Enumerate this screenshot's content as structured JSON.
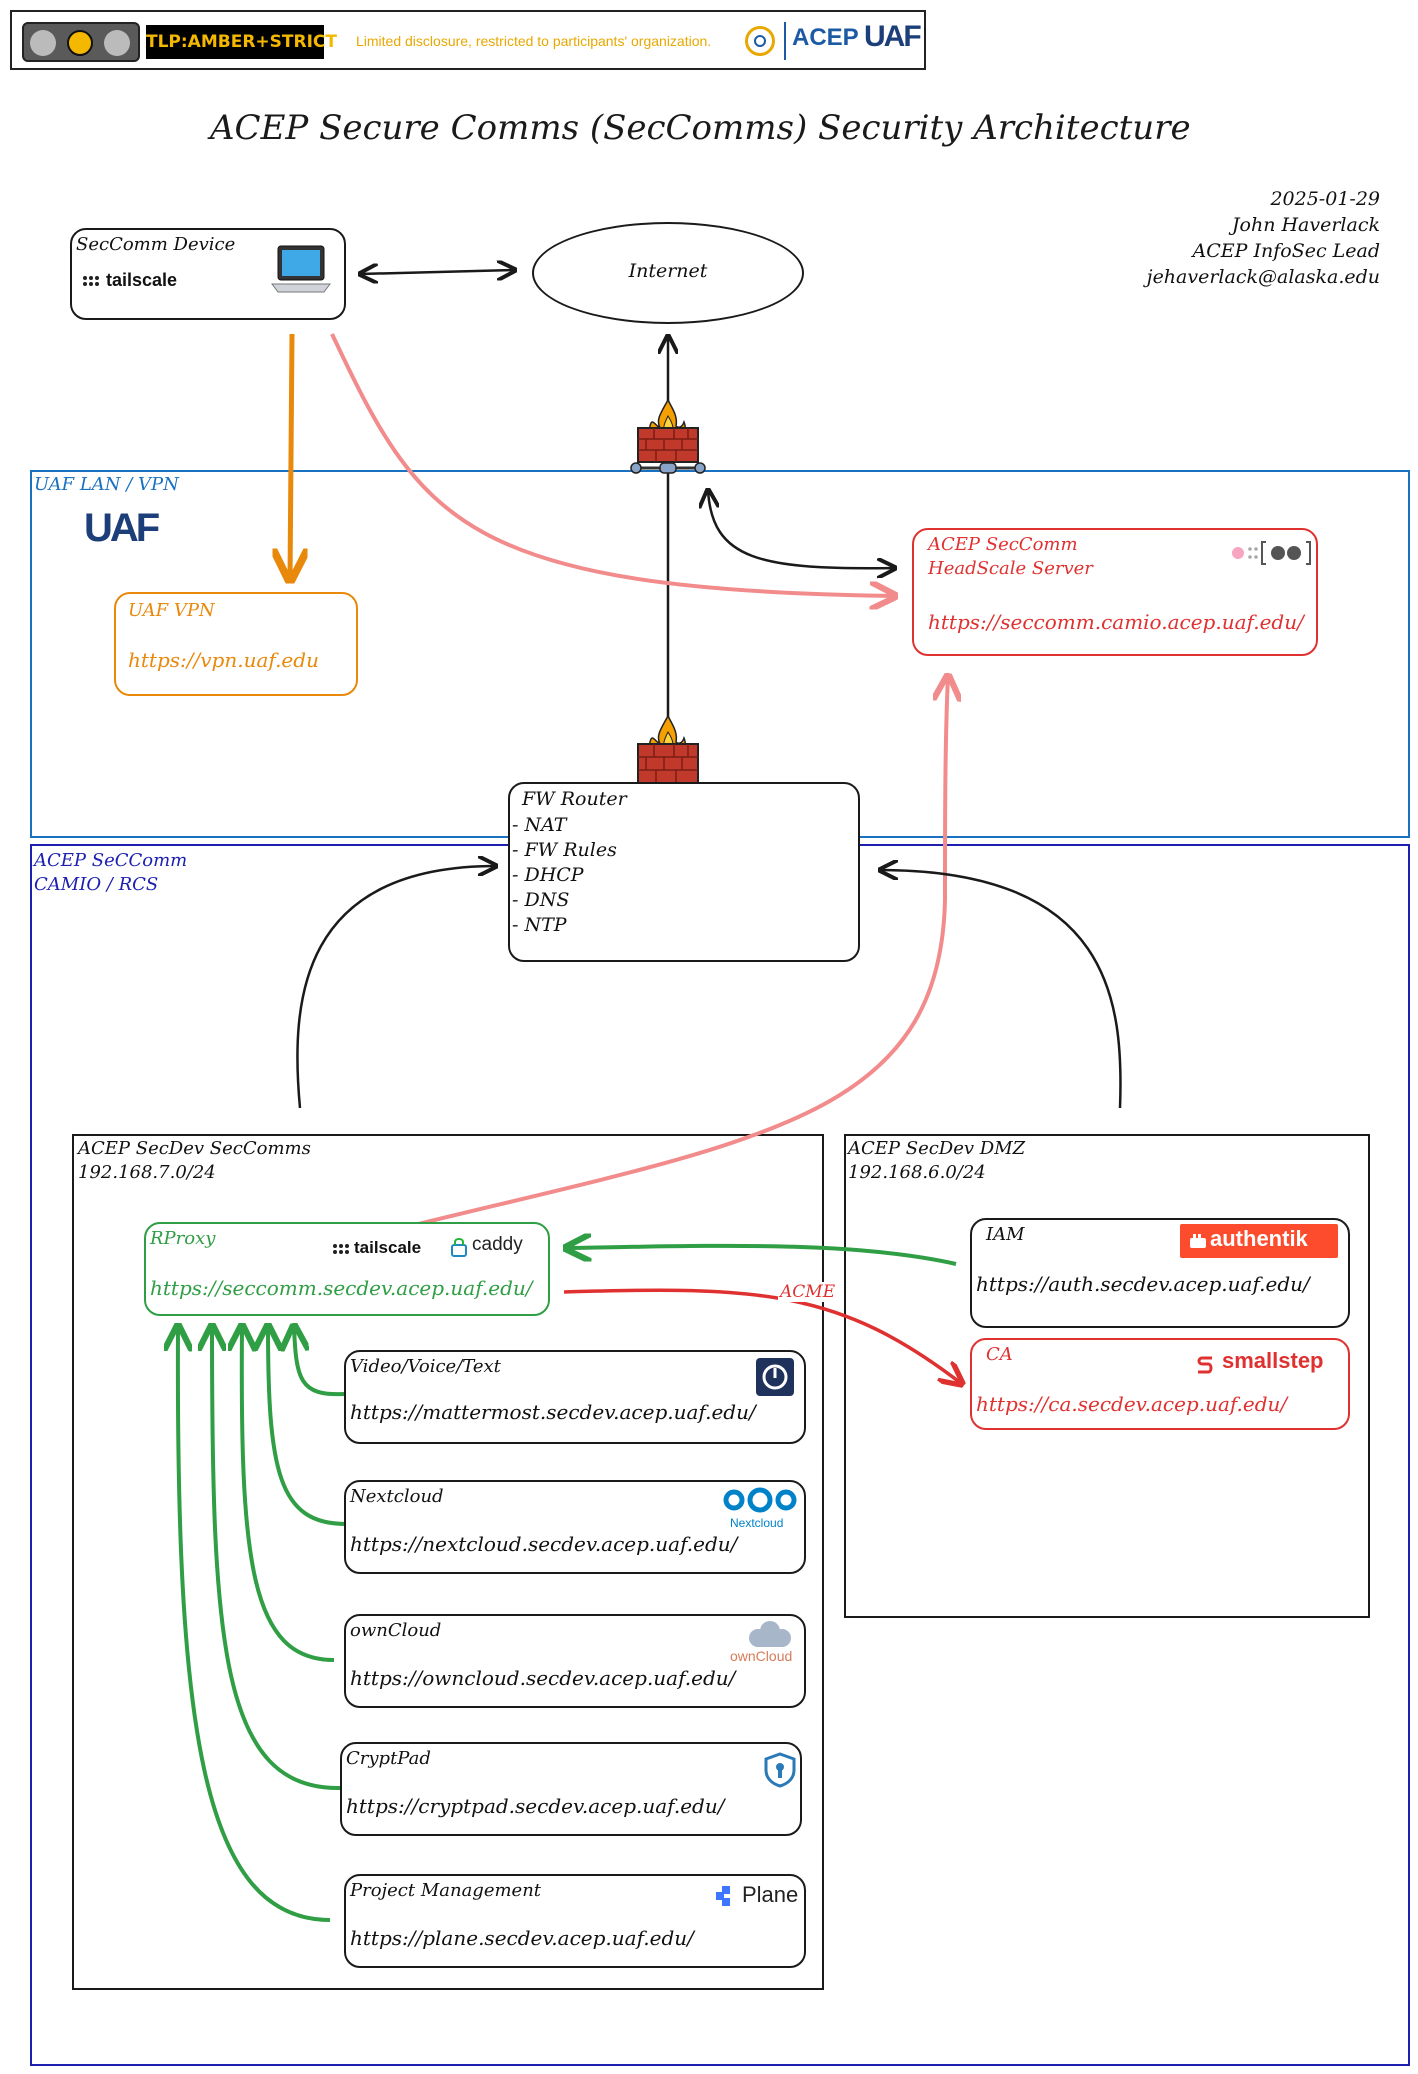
{
  "header": {
    "tlp_label": "TLP:AMBER+STRICT",
    "disclosure": "Limited disclosure, restricted to participants' organization.",
    "acep_logo": "ACEP",
    "uaf_logo": "UAF"
  },
  "title": "ACEP Secure Comms (SecComms) Security Architecture",
  "author": {
    "date": "2025-01-29",
    "name": "John Haverlack",
    "role": "ACEP InfoSec Lead",
    "email": "jehaverlack@alaska.edu"
  },
  "nodes": {
    "device": {
      "label": "SecComm Device",
      "brand": "tailscale",
      "icon": "laptop-icon"
    },
    "internet": {
      "label": "Internet"
    },
    "uaf_vpn": {
      "label": "UAF VPN",
      "url": "https://vpn.uaf.edu"
    },
    "headscale": {
      "label_line1": "ACEP SecComm",
      "label_line2": "HeadScale Server",
      "url": "https://seccomm.camio.acep.uaf.edu/"
    },
    "router": {
      "title": "FW Router",
      "items": [
        "- NAT",
        "- FW Rules",
        "- DHCP",
        "- DNS",
        "- NTP"
      ]
    },
    "rproxy": {
      "label": "RProxy",
      "brand1": "tailscale",
      "brand2": "caddy",
      "url": "https://seccomm.secdev.acep.uaf.edu/"
    },
    "mattermost": {
      "label": "Video/Voice/Text",
      "url": "https://mattermost.secdev.acep.uaf.edu/"
    },
    "nextcloud": {
      "label": "Nextcloud",
      "brand": "Nextcloud",
      "url": "https://nextcloud.secdev.acep.uaf.edu/"
    },
    "owncloud": {
      "label": "ownCloud",
      "brand": "ownCloud",
      "url": "https://owncloud.secdev.acep.uaf.edu/"
    },
    "cryptpad": {
      "label": "CryptPad",
      "url": "https://cryptpad.secdev.acep.uaf.edu/"
    },
    "plane": {
      "label": "Project Management",
      "brand": "Plane",
      "url": "https://plane.secdev.acep.uaf.edu/"
    },
    "iam": {
      "label": "IAM",
      "brand": "authentik",
      "url": "https://auth.secdev.acep.uaf.edu/"
    },
    "ca": {
      "label": "CA",
      "brand": "smallstep",
      "url": "https://ca.secdev.acep.uaf.edu/"
    }
  },
  "zones": {
    "uaf_lan": {
      "label": "UAF LAN / VPN",
      "logo": "UAF"
    },
    "camio": {
      "label_line1": "ACEP SeCComm",
      "label_line2": "CAMIO / RCS"
    },
    "seccomms": {
      "label_line1": "ACEP SecDev SecComms",
      "label_line2": "192.168.7.0/24"
    },
    "dmz": {
      "label_line1": "ACEP SecDev DMZ",
      "label_line2": "192.168.6.0/24"
    }
  },
  "edge_labels": {
    "acme": "ACME"
  },
  "colors": {
    "black": "#1a1a1a",
    "blue_zone": "#1971c2",
    "navy_zone": "#1c1fb0",
    "orange": "#e8890c",
    "red": "#e03131",
    "pink": "#f28b8b",
    "green": "#2f9e44",
    "amber": "#f5b800"
  }
}
